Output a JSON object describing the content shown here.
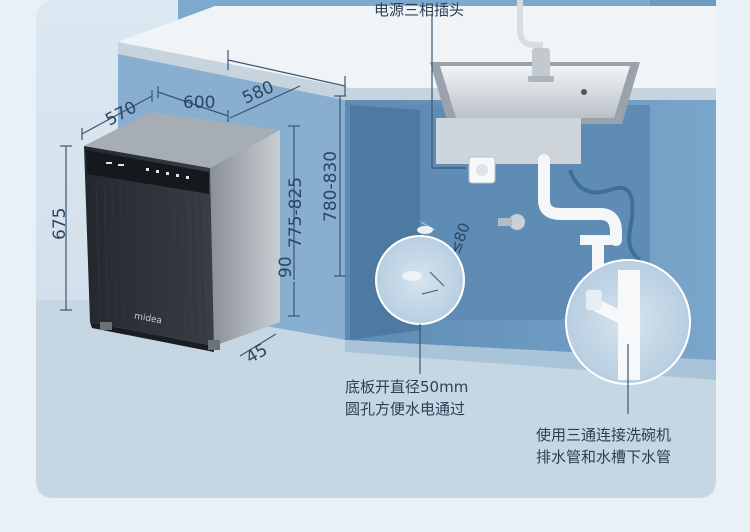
{
  "labels": {
    "power_outlet": "电源三相插头",
    "hole_note_line1": "底板开直径50mm",
    "hole_note_line2": "圆孔方便水电通过",
    "drain_note_line1": "使用三通连接洗碗机",
    "drain_note_line2": "排水管和水槽下水管"
  },
  "dimensions": {
    "width_570": "570",
    "width_600": "600",
    "depth_580": "580",
    "height_675": "675",
    "height_775_825": "775-825",
    "height_780_830": "780-830",
    "base_90": "90",
    "toe_45": "45",
    "hole_80": "≤80"
  },
  "brand": {
    "logo_text": "midea"
  },
  "colors": {
    "cabinet_blue": "#6f9cc2",
    "wall_light": "#dfeaf2",
    "floor": "#cfdde8",
    "countertop": "#eef2f5",
    "dishwasher_body": "#2b2f36"
  }
}
